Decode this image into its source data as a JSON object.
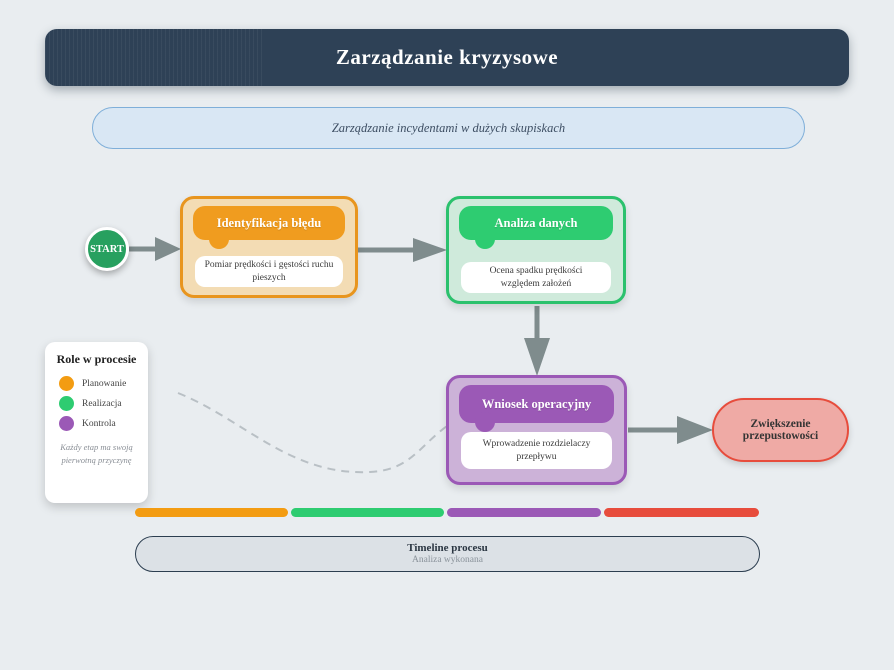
{
  "header": {
    "title": "Zarządzanie kryzysowe"
  },
  "subtitle": {
    "text": "Zarządzanie incydentami w dużych skupiskach"
  },
  "flow": {
    "start_label": "START",
    "steps": [
      {
        "title": "Identyfikacja błędu",
        "description": "Pomiar prędkości i gęstości ruchu pieszych",
        "color": "#f39c12"
      },
      {
        "title": "Analiza danych",
        "description": "Ocena spadku prędkości względem założeń",
        "color": "#2ecc71"
      },
      {
        "title": "Wniosek operacyjny",
        "description": "Wprowadzenie rozdzielaczy przepływu",
        "color": "#9b59b6"
      }
    ],
    "end_label": "Zwiększenie przepustowości"
  },
  "legend": {
    "title": "Role w procesie",
    "items": [
      {
        "label": "Planowanie",
        "color": "#f39c12"
      },
      {
        "label": "Realizacja",
        "color": "#2ecc71"
      },
      {
        "label": "Kontrola",
        "color": "#9b59b6"
      }
    ],
    "note": "Każdy etap ma swoją pierwotną przyczynę"
  },
  "timeline": {
    "title": "Timeline procesu",
    "status": "Analiza wykonana",
    "segments": [
      {
        "color": "#f39c12"
      },
      {
        "color": "#2ecc71"
      },
      {
        "color": "#9b59b6"
      },
      {
        "color": "#e74c3c"
      }
    ]
  },
  "colors": {
    "background": "#e9edf0",
    "header_bg": "#2e4156",
    "subtitle_bg": "#d9e7f4",
    "subtitle_border": "#7fafd9",
    "arrow": "#7f8c8d",
    "dashed_line": "#b9c0c5",
    "start_bg": "#27a05f",
    "end_border": "#e74c3c",
    "end_bg": "#efaaa5"
  }
}
